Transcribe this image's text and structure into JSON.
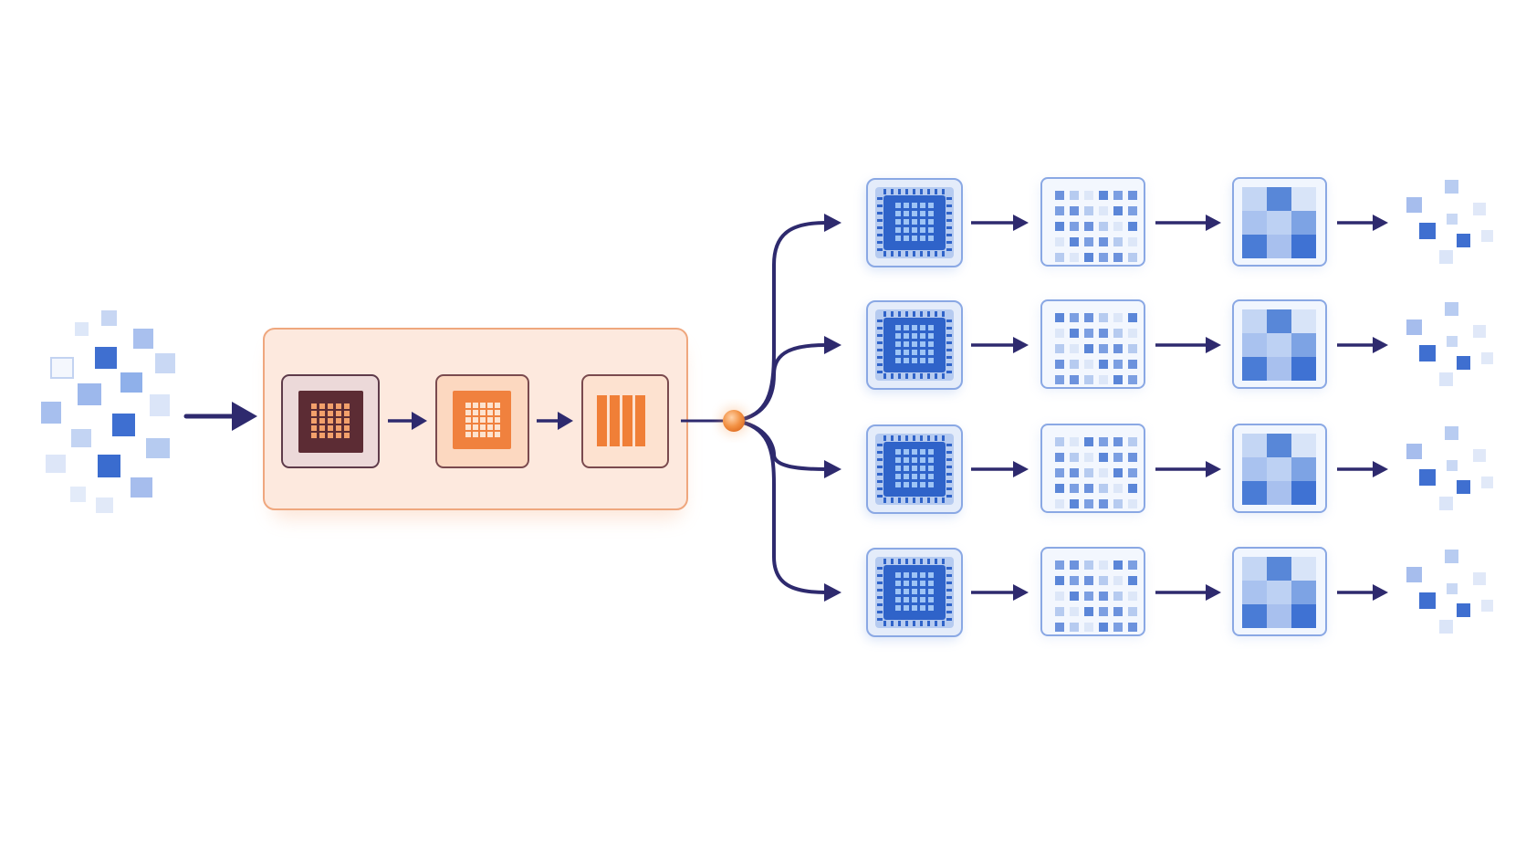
{
  "diagram": {
    "structure": "pipeline-fan-out",
    "branch_count": 4,
    "input": {
      "name": "scattered-data-cluster",
      "tone": "blue"
    },
    "stage_group": {
      "name": "preprocessing-group",
      "stages": [
        {
          "name": "dark-grid-stage",
          "icon": "grid-icon"
        },
        {
          "name": "orange-grid-stage",
          "icon": "grid-icon"
        },
        {
          "name": "bar-stage",
          "icon": "vertical-bars-icon"
        }
      ]
    },
    "split_node": {
      "name": "split-node",
      "icon": "orange-dot"
    },
    "branch_steps": [
      {
        "name": "processor-chip",
        "icon": "chip-icon"
      },
      {
        "name": "dotted-matrix",
        "icon": "dot-matrix-icon"
      },
      {
        "name": "block-grid",
        "icon": "block-grid-icon"
      },
      {
        "name": "scattered-output",
        "icon": "scatter-icon"
      }
    ]
  },
  "colors": {
    "background": "#ffffff",
    "arrow": "#2e2a6e",
    "group_fill": "#fde8dc",
    "group_border": "#efa77e",
    "dark_stage": "#5e2f36",
    "orange_stage": "#f0823f",
    "orange_light": "#fcd9c2",
    "blue_dark": "#2f63c9",
    "blue_mid": "#6c92dd",
    "blue_light": "#b6cbf0",
    "blue_pale": "#dde7f8",
    "card_border": "#8aa8e4",
    "split_node": "#f29143"
  }
}
